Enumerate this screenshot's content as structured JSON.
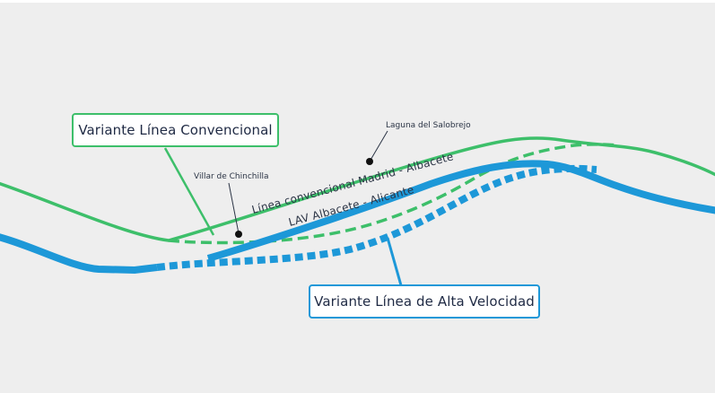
{
  "map": {
    "background_color": "#eeeeee",
    "colors": {
      "conventional_line": "#3dbf6a",
      "high_speed_line": "#1d98d8",
      "label_text": "#2b3445",
      "callout_text": "#1f2a44"
    }
  },
  "callouts": {
    "conventional_variant": "Variante Línea Convencional",
    "high_speed_variant": "Variante Línea de Alta Velocidad"
  },
  "places": {
    "laguna": "Laguna del Salobrejo",
    "chinchilla": "Villar de Chinchilla"
  },
  "lines": {
    "conventional": "Línea convencional Madrid - Albacete",
    "high_speed": "LAV Albacete - Alicante"
  }
}
